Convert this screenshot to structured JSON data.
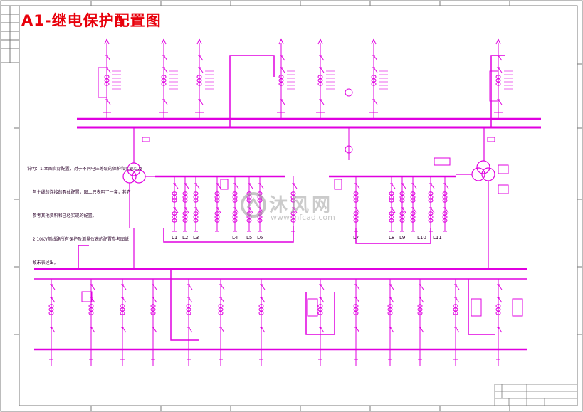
{
  "title": "A1-继电保护配置图",
  "watermark": {
    "text": "沐风网",
    "url": "www.mfcad.com"
  },
  "notes": {
    "lines": [
      "说明：1.本图实际配置，对于不同电压等级的保护和实现以及",
      "    与主线的连接的具体配置，图上只表明了一套，其它",
      "    参考其他资料和已经实现的配置。",
      "    2.10KV侧线路所有保护及测量仪表的配置参考图纸，",
      "    故未表述出。"
    ]
  },
  "feeders": {
    "lower": [
      "L1",
      "L2",
      "L3",
      "L4",
      "L5",
      "L6",
      "L7",
      "L8",
      "L9",
      "L10",
      "L11"
    ]
  },
  "colors": {
    "primary": "#e000e0",
    "title": "#e8000b",
    "frame": "#7a7a7a",
    "text": "#2a0029"
  }
}
